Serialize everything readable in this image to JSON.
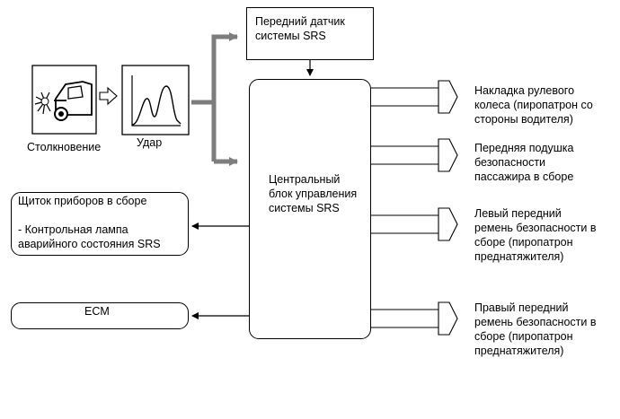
{
  "diagram": {
    "sensor": "Передний датчик\nсистемы SRS",
    "collision": "Столкновение",
    "impact": "Удар",
    "ecu": "Центральный\nблок управления\nсистемы SRS",
    "cluster": {
      "title": "Щиток приборов в сборе",
      "item": "- Контрольная лампа\nаварийного состояния SRS"
    },
    "ecm": "ECM",
    "outputs": [
      "Накладка рулевого\nколеса (пиропатрон со\nстороны водителя)",
      "Передняя подушка\nбезопасности\nпассажира в сборе",
      "Левый передний\nремень безопасности в\nсборе (пиропатрон\nпреднатяжителя)",
      "Правый передний\nремень безопасности в\nсборе (пиропатрон\nпреднатяжителя)"
    ]
  }
}
